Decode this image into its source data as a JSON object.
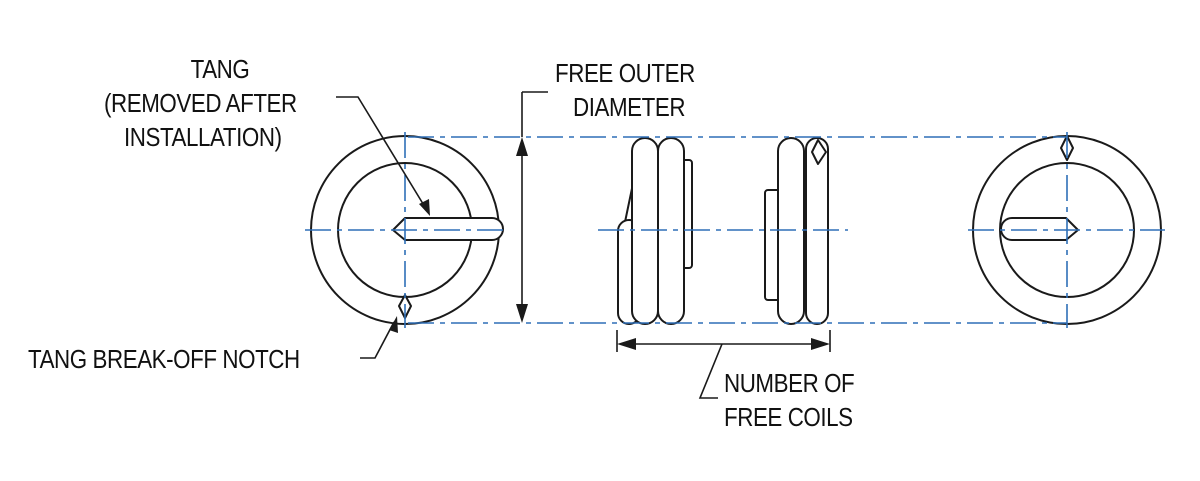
{
  "labels": {
    "tang_line1": "TANG",
    "tang_line2": "(REMOVED AFTER",
    "tang_line3": "INSTALLATION)",
    "free_outer_line1": "FREE OUTER",
    "free_outer_line2": "DIAMETER",
    "notch": "TANG BREAK-OFF NOTCH",
    "coils_line1": "NUMBER OF",
    "coils_line2": "FREE COILS"
  },
  "colors": {
    "line": "#1a1a1a",
    "centerline": "#2f6fb7",
    "background": "#ffffff"
  }
}
